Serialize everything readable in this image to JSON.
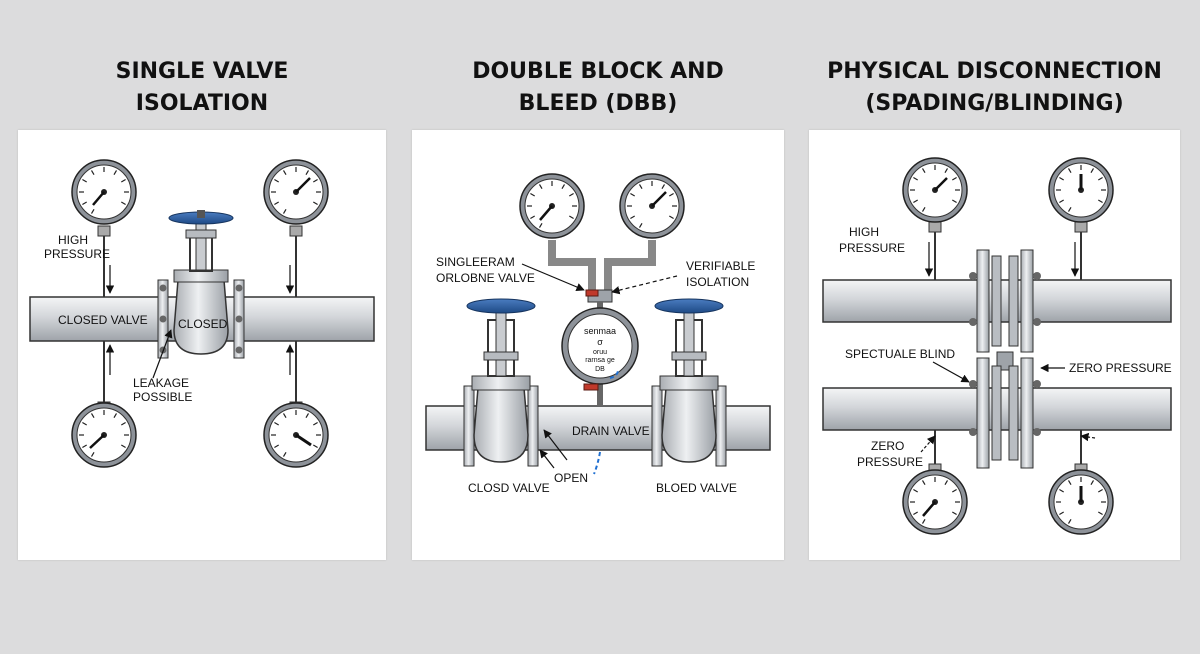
{
  "panels": [
    {
      "title_line1": "SINGLE VALVE",
      "title_line2": "ISOLATION",
      "labels": {
        "high_pressure_1": "HIGH",
        "high_pressure_2": "PRESSURE",
        "closed_valve": "CLOSED VALVE",
        "closed": "CLOSED",
        "leakage_1": "LEAKAGE",
        "leakage_2": "POSSIBLE"
      }
    },
    {
      "title_line1": "DOUBLE BLOCK AND",
      "title_line2": "BLEED (DBB)",
      "labels": {
        "single_drain_1": "SINGLEERAM",
        "single_drain_2": "ORLOBNE VALVE",
        "verifiable_1": "VERIFIABLE",
        "verifiable_2": "ISOLATION",
        "gauge_text_1": "senmaa",
        "gauge_text_2": "σ",
        "gauge_text_3": "oruu",
        "gauge_text_4": "rarnsa ge",
        "gauge_text_5": "DB",
        "drain_valve": "DRAIN VALVE",
        "open": "OPEN",
        "closed_valve": "CLOSD VALVE",
        "bleed_valve": "BLOED VALVE"
      }
    },
    {
      "title_line1": "PHYSICAL DISCONNECTION",
      "title_line2": "(SPADING/BLINDING)",
      "labels": {
        "high_pressure_1": "HIGH",
        "high_pressure_2": "PRESSURE",
        "spectacle_blind": "SPECTUALE BLIND",
        "zero_pressure_right": "ZERO PRESSURE",
        "zero_pressure_1": "ZERO",
        "zero_pressure_2": "PRESSURE"
      }
    }
  ],
  "colors": {
    "background": "#dcdcdd",
    "pipe": "#cfd2d6",
    "handwheel": "#2f5f9e",
    "drain_red": "#c0392b",
    "dashed_blue": "#1f6fd1"
  }
}
